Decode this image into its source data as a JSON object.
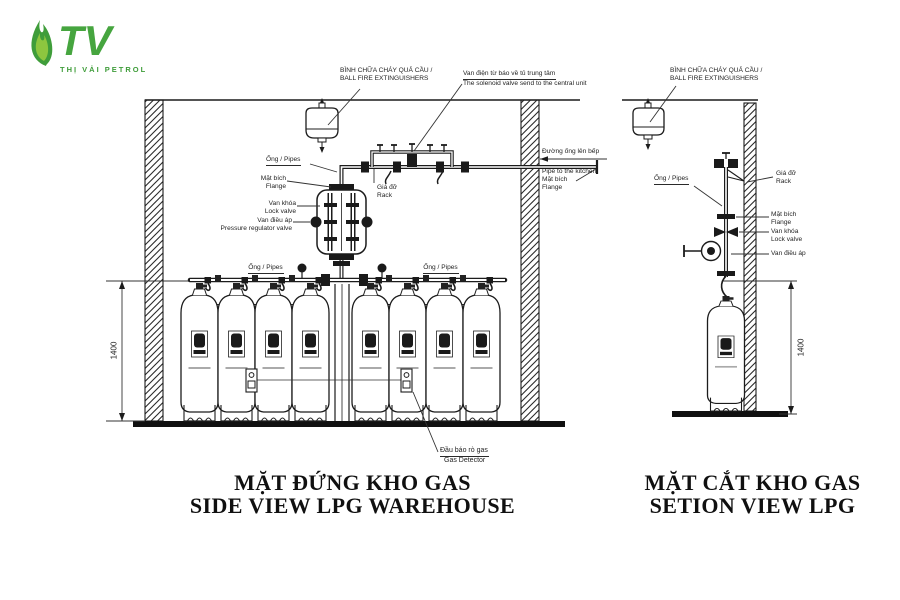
{
  "colors": {
    "line": "#1c1c1c",
    "logo_green": "#3f9d3a",
    "logo_green_light": "#8dc63f"
  },
  "logo": {
    "mark": "TV",
    "wordmark": "THỊ VẢI PETROL"
  },
  "side_view": {
    "title_vi": "MẶT ĐỨNG KHO GAS",
    "title_en": "SIDE VIEW LPG WAREHOUSE",
    "dim": "1400",
    "labels": {
      "extinguisher_vi": "BÌNH CHỮA CHÁY QUẢ CẦU /",
      "extinguisher_en": "BALL FIRE EXTINGUISHERS",
      "solenoid_vi": "Van điện từ báo về tủ trung tâm",
      "solenoid_en": "The solenoid valve send to the central unit",
      "pipes": "Ống / Pipes",
      "flange_vi": "Mặt bích",
      "flange_en": "Flange",
      "lock_vi": "Van khóa",
      "lock_en": "Lock valve",
      "regulator_vi": "Van điều áp",
      "regulator_en": "Pressure regulator valve",
      "rack_vi": "Giá đỡ",
      "rack_en": "Rack",
      "kitchen_vi": "Đường ống lên bếp",
      "kitchen_en": "Pipe to the kitchen",
      "kitchen_flange_vi": "Mặt bích",
      "kitchen_flange_en": "Flange",
      "manifold_left": "Ống / Pipes",
      "manifold_right": "Ống / Pipes",
      "detector_vi": "Đầu báo rò gas",
      "detector_en": "Gas Detector"
    }
  },
  "section_view": {
    "title_vi": "MẶT CẮT KHO GAS",
    "title_en": "SETION VIEW LPG",
    "dim": "1400",
    "labels": {
      "extinguisher_vi": "BÌNH CHỮA CHÁY QUẢ CẦU /",
      "extinguisher_en": "BALL FIRE EXTINGUISHERS",
      "pipes": "Ống / Pipes",
      "rack_vi": "Giá đỡ",
      "rack_en": "Rack",
      "flange_vi": "Mặt bích",
      "flange_en": "Flange",
      "lock_vi": "Van khóa",
      "lock_en": "Lock valve",
      "regulator_vi": "Van điều áp"
    }
  }
}
